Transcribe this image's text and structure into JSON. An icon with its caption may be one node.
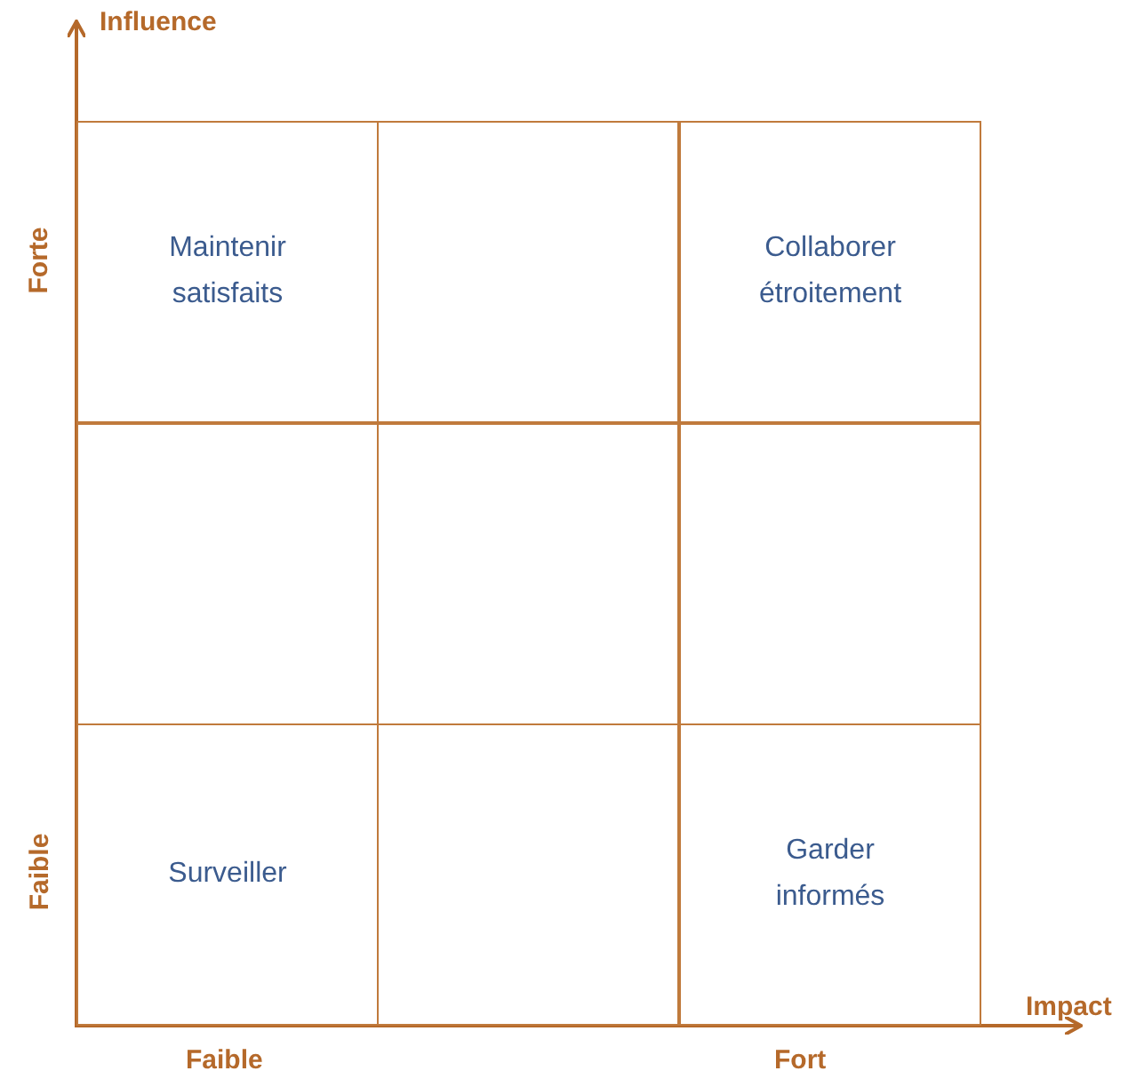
{
  "diagram": {
    "nodes": [
      {
        "text": [
          "Maintenir satisfaits"
        ]
      },
      {
        "text": [],
        "shape": "box"
      },
      {
        "text": [
          "Collaborer étroitement"
        ]
      },
      {
        "text": [],
        "shape": "box"
      },
      {
        "text": [],
        "shape": "box"
      },
      {
        "text": [],
        "shape": "box"
      },
      {
        "text": [
          "Surveiller"
        ]
      },
      {
        "text": [],
        "shape": "box"
      },
      {
        "text": [
          "Garder informés"
        ]
      }
    ],
    "edges": [],
    "labels": [
      "Influence",
      "Forte",
      "Faible",
      "Impact",
      "Faible",
      "Fort"
    ]
  }
}
